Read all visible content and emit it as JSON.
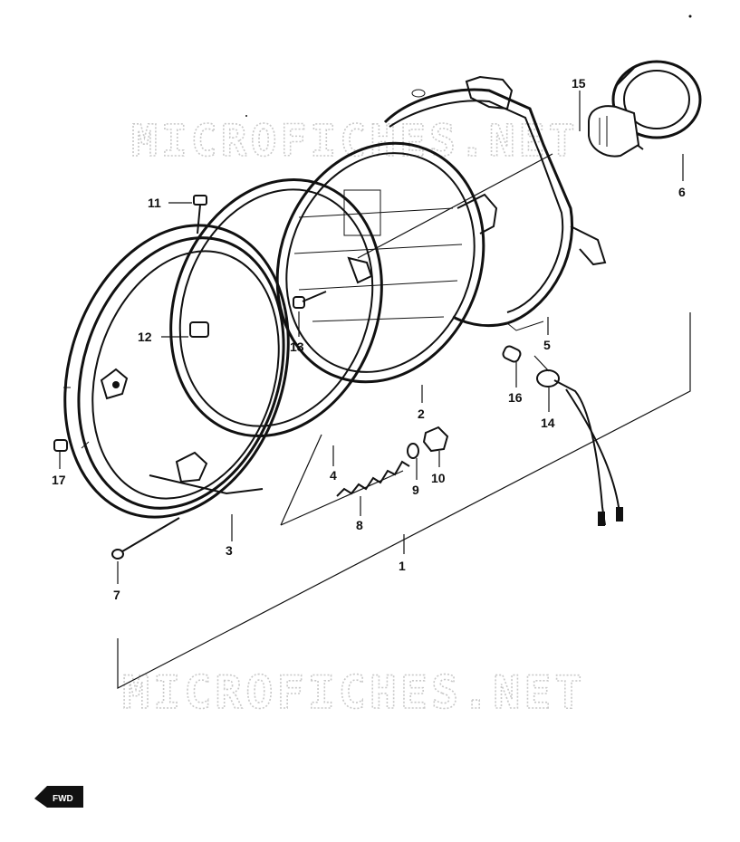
{
  "watermark": {
    "top": "MICROFICHES.NET",
    "bottom": "MICROFICHES.NET"
  },
  "parts": [
    {
      "id": "1",
      "label": "1"
    },
    {
      "id": "2",
      "label": "2"
    },
    {
      "id": "3",
      "label": "3"
    },
    {
      "id": "4",
      "label": "4"
    },
    {
      "id": "5",
      "label": "5"
    },
    {
      "id": "6",
      "label": "6"
    },
    {
      "id": "7",
      "label": "7"
    },
    {
      "id": "8",
      "label": "8"
    },
    {
      "id": "9",
      "label": "9"
    },
    {
      "id": "10",
      "label": "10"
    },
    {
      "id": "11",
      "label": "11"
    },
    {
      "id": "12",
      "label": "12"
    },
    {
      "id": "13",
      "label": "13"
    },
    {
      "id": "14",
      "label": "14"
    },
    {
      "id": "15",
      "label": "15"
    },
    {
      "id": "16",
      "label": "16"
    },
    {
      "id": "17",
      "label": "17"
    }
  ],
  "fwd_badge": "FWD"
}
